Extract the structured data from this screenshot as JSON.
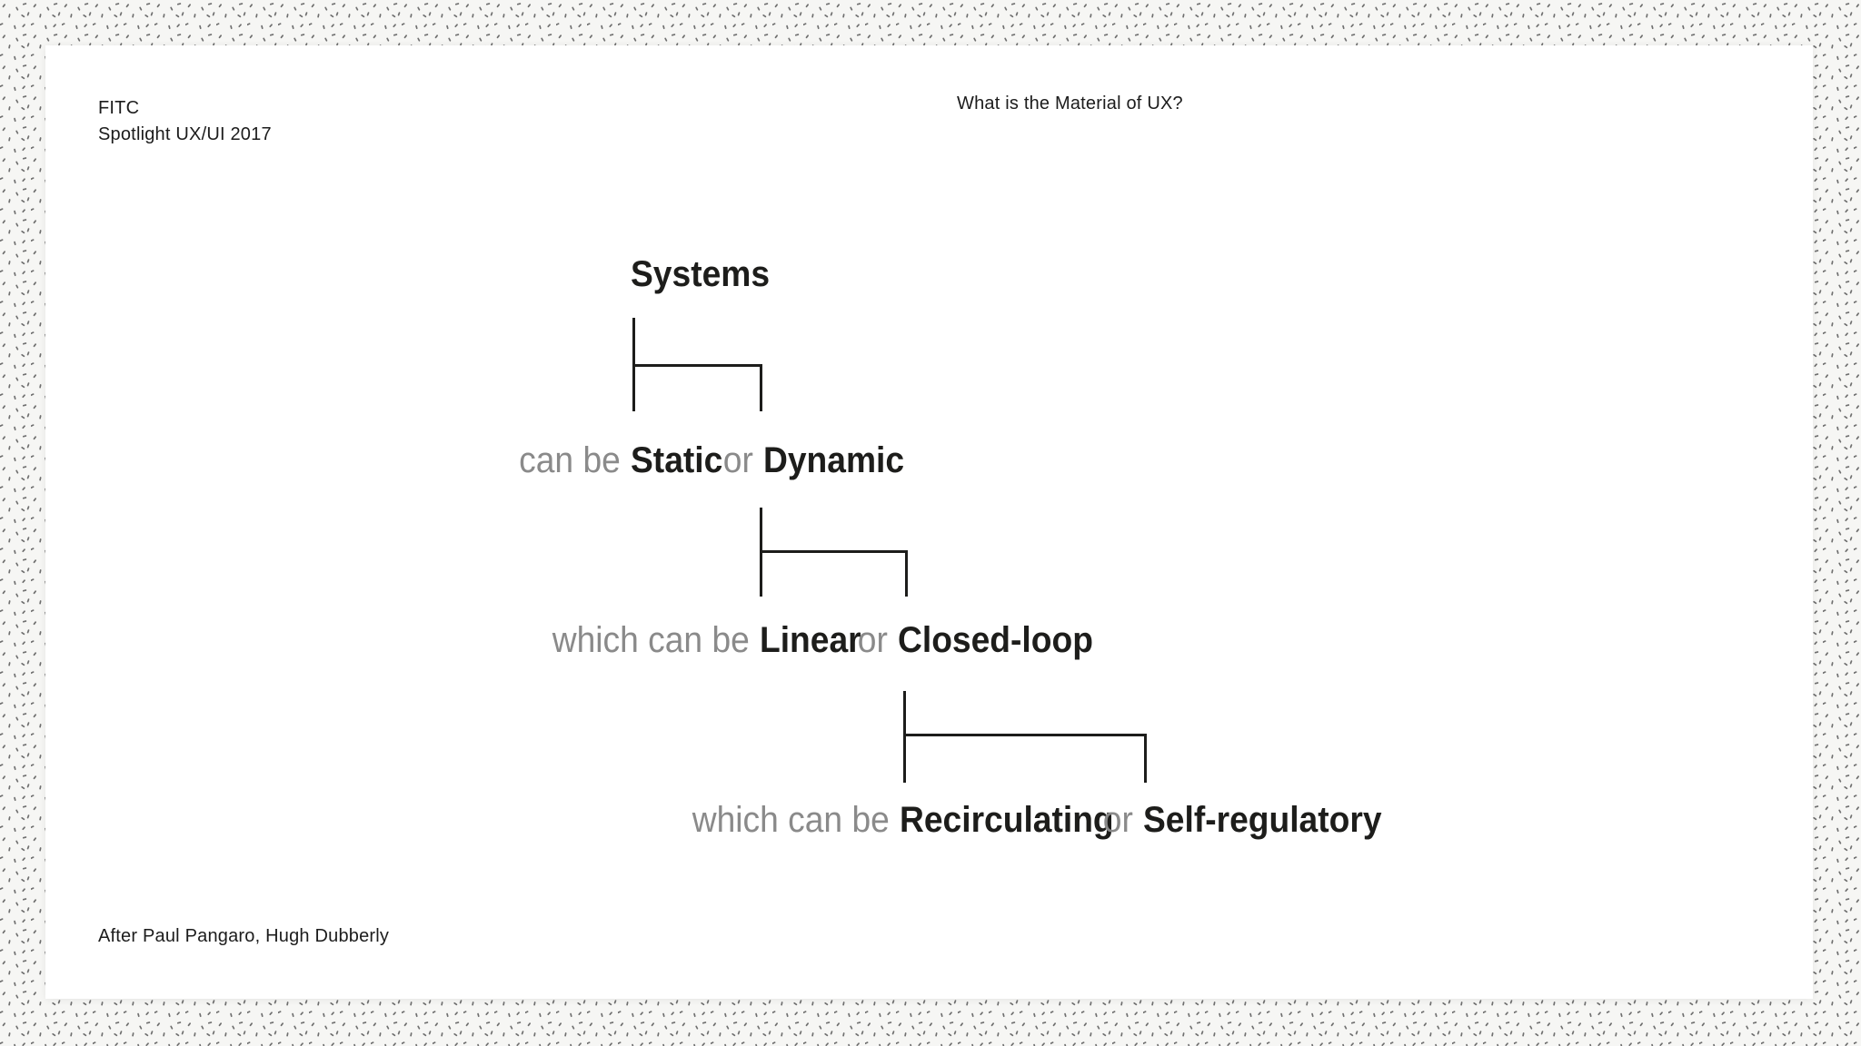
{
  "slide": {
    "event_name": "FITC",
    "event_edition": "Spotlight UX/UI 2017",
    "presentation_title": "What is the Material of UX?",
    "attribution": "After Paul Pangaro, Hugh Dubberly"
  },
  "diagram": {
    "root_label": "Systems",
    "levels": [
      {
        "prefix": "can be",
        "option1": "Static",
        "conjunction": "or",
        "option2": "Dynamic"
      },
      {
        "prefix": "which can be",
        "option1": "Linear",
        "conjunction": "or",
        "option2": "Closed-loop"
      },
      {
        "prefix": "which can be",
        "option1": "Recirculating",
        "conjunction": "or",
        "option2": "Self-regulatory"
      }
    ]
  },
  "colors": {
    "emphasis_text": "#1d1d1b",
    "muted_text": "#8a8a8a",
    "connector_line": "#1d1d1b",
    "slide_background": "#ffffff",
    "desktop_background": "#f6f6f4"
  }
}
